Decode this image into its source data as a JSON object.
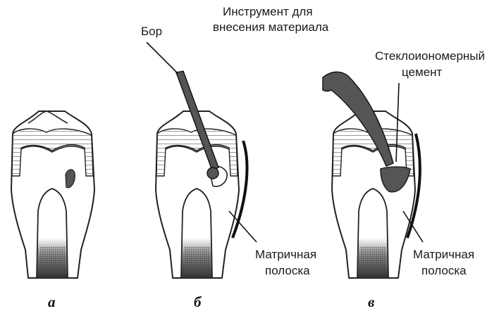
{
  "labels": {
    "bur": "Бор",
    "instrument_line1": "Инструмент для",
    "instrument_line2": "внесения материала",
    "cement_line1": "Стеклоиономерный",
    "cement_line2": "цемент",
    "matrix_b_line1": "Матричная",
    "matrix_b_line2": "полоска",
    "matrix_c_line1": "Матричная",
    "matrix_c_line2": "полоска"
  },
  "panels": {
    "a": "а",
    "b": "б",
    "c": "в"
  }
}
